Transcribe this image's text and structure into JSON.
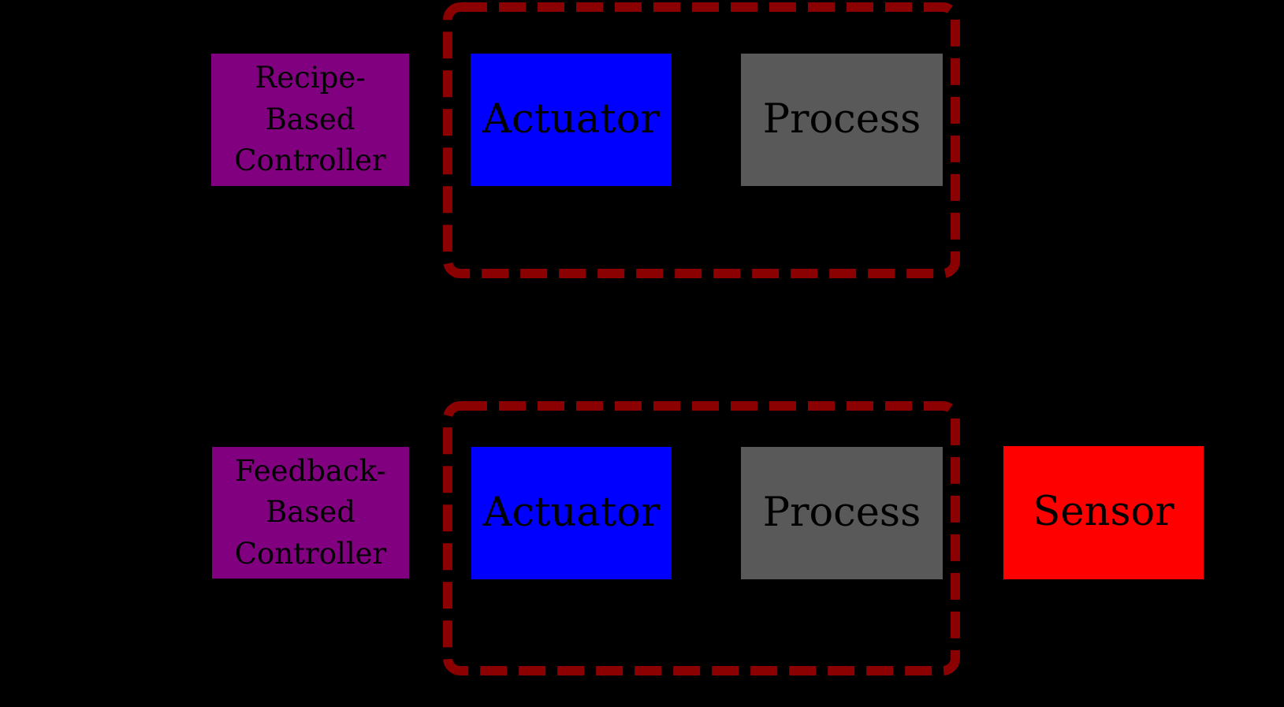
{
  "colors": {
    "background": "#000000",
    "controller_purple": "#800080",
    "actuator_blue": "#0000ff",
    "process_gray": "#595959",
    "sensor_red": "#ff0000",
    "boundary_dark_red": "#8b0000",
    "label_text": "#000000"
  },
  "top_diagram": {
    "controller": {
      "label": "Recipe-\nBased\nController"
    },
    "actuator": {
      "label": "Actuator"
    },
    "process": {
      "label": "Process"
    },
    "boundary_color": "#8b0000"
  },
  "bottom_diagram": {
    "controller": {
      "label": "Feedback-\nBased\nController"
    },
    "actuator": {
      "label": "Actuator"
    },
    "process": {
      "label": "Process"
    },
    "sensor": {
      "label": "Sensor"
    },
    "boundary_color": "#8b0000"
  }
}
